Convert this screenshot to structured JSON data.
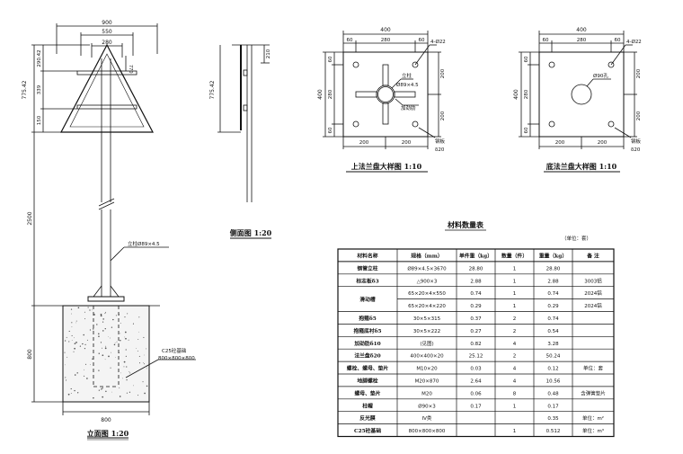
{
  "front": {
    "dims": {
      "total_w": "900",
      "inner_w": "550",
      "center_w": "280",
      "h_770": "770",
      "h_tri": "775.42",
      "h_top": "290.42",
      "h_mid": "339",
      "h_low": "150",
      "h_2500": "2500",
      "h_800": "800",
      "base_w": "800"
    },
    "column_label": "立柱Ø89×4.5",
    "foundation_label": "C25砼基础",
    "foundation_size": "800×800×800",
    "title": "立面图 1:20"
  },
  "side": {
    "dims": {
      "top": "210",
      "height": "775.42"
    },
    "title": "侧面图 1:20"
  },
  "flange_top": {
    "dims": {
      "total": "400",
      "side_a": "60",
      "middle": "280",
      "h_total": "400",
      "h_60a": "60",
      "h_280": "280",
      "h_60b": "60",
      "v_200a": "200",
      "v_200b": "200",
      "bottom_a": "200",
      "bottom_b": "200"
    },
    "labels": {
      "hole": "4-Ø22",
      "post": "立柱",
      "post_size": "Ø89×4.5",
      "stiffener": "加劲肋",
      "plate": "钢板",
      "plate_t": "δ20"
    },
    "title": "上法兰盘大样图 1:10"
  },
  "flange_bottom": {
    "dims": {
      "total": "400",
      "side_a": "60",
      "middle": "280",
      "h_total": "400",
      "h_60a": "60",
      "h_280": "280",
      "h_60b": "60",
      "v_200a": "200",
      "v_200b": "200",
      "bottom_a": "200",
      "bottom_b": "200"
    },
    "labels": {
      "hole": "4-Ø22",
      "center": "Ø90孔",
      "plate": "钢板",
      "plate_t": "δ20"
    },
    "title": "底法兰盘大样图 1:10"
  },
  "table": {
    "title": "材料数量表",
    "unit": "（单位：套）",
    "headers": [
      "材料名称",
      "规格（mm）",
      "单件重（kg）",
      "数量（件）",
      "重量（kg）",
      "备 注"
    ],
    "rows": [
      [
        "钢管立柱",
        "Ø89×4.5×3670",
        "28.80",
        "1",
        "28.80",
        ""
      ],
      [
        "标志板δ3",
        "△900×3",
        "2.88",
        "1",
        "2.88",
        "3003铝"
      ],
      [
        "滑动槽",
        "65×20×4×550",
        "0.74",
        "1",
        "0.74",
        "2024铝"
      ],
      [
        "",
        "65×20×4×220",
        "0.29",
        "1",
        "0.29",
        "2024铝"
      ],
      [
        "抱箍δ5",
        "30×5×315",
        "0.37",
        "2",
        "0.74",
        ""
      ],
      [
        "抱箍底衬δ5",
        "30×5×222",
        "0.27",
        "2",
        "0.54",
        ""
      ],
      [
        "加劲肋δ10",
        "(见图)",
        "0.82",
        "4",
        "3.28",
        ""
      ],
      [
        "法兰盘δ20",
        "400×400×20",
        "25.12",
        "2",
        "50.24",
        ""
      ],
      [
        "螺栓、螺母、垫片",
        "M10×20",
        "0.03",
        "4",
        "0.12",
        "单位：套"
      ],
      [
        "地脚螺栓",
        "M20×870",
        "2.64",
        "4",
        "10.56",
        ""
      ],
      [
        "螺母、垫片",
        "M20",
        "0.06",
        "8",
        "0.48",
        "含弹簧垫片"
      ],
      [
        "柱帽",
        "Ø90×3",
        "0.17",
        "1",
        "0.17",
        ""
      ],
      [
        "反光膜",
        "IV类",
        "",
        "",
        "0.35",
        "单位：m²"
      ],
      [
        "C25砼基础",
        "800×800×800",
        "",
        "1",
        "0.512",
        "单位：m³"
      ]
    ]
  },
  "colors": {
    "line": "#111111",
    "bg": "#ffffff",
    "concrete": "#f4f4f4"
  }
}
